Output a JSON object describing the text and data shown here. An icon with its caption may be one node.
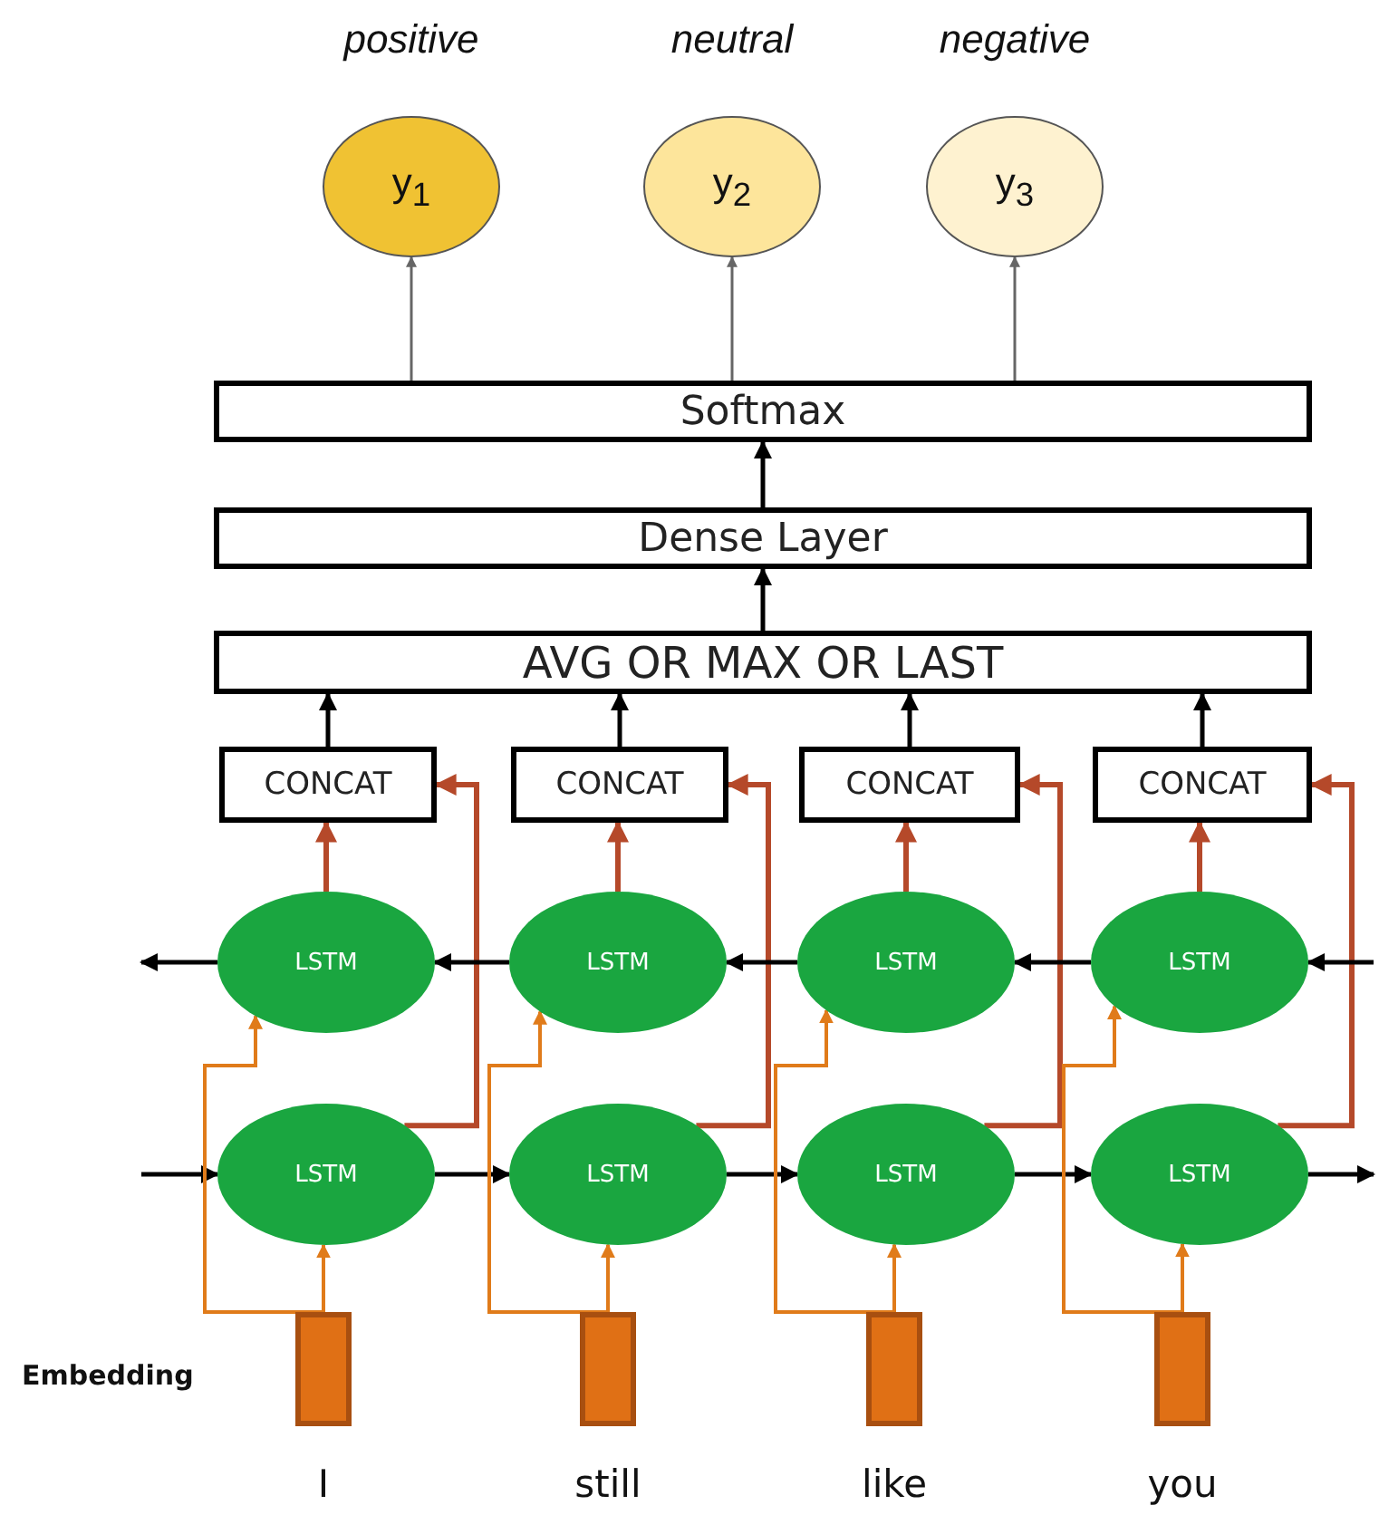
{
  "diagram": {
    "nodes": [
      {
        "text": [
          "y$_{1}$"
        ],
        "beside": [
          "positive"
        ]
      },
      {
        "text": [
          "y$_{2}$"
        ],
        "beside": [
          "neutral"
        ]
      },
      {
        "text": [
          "y$_{3}$"
        ],
        "beside": [
          "negative"
        ]
      },
      {
        "text": [
          "Softmax"
        ]
      },
      {
        "text": [
          "Dense Layer"
        ]
      },
      {
        "text": [
          "AVG OR MAX OR LAST"
        ]
      },
      {
        "text": [
          "CONCAT"
        ]
      },
      {
        "text": [
          "CONCAT"
        ]
      },
      {
        "text": [
          "CONCAT"
        ]
      },
      {
        "text": [
          "CONCAT"
        ]
      },
      {
        "text": [
          "LSTM"
        ]
      },
      {
        "text": [
          "LSTM"
        ]
      },
      {
        "text": [
          "LSTM"
        ]
      },
      {
        "text": [
          "LSTM"
        ]
      },
      {
        "text": [
          "LSTM"
        ]
      },
      {
        "text": [
          "LSTM"
        ]
      },
      {
        "text": [
          "LSTM"
        ]
      },
      {
        "text": [
          "LSTM"
        ]
      },
      {
        "text": [],
        "shape": "bar",
        "beside": [
          "I"
        ]
      },
      {
        "text": [],
        "shape": "bar",
        "beside": [
          "still"
        ]
      },
      {
        "text": [],
        "shape": "bar",
        "beside": [
          "like"
        ]
      },
      {
        "text": [],
        "shape": "bar",
        "beside": [
          "you"
        ]
      }
    ],
    "edges": [
      {
        "from": 3,
        "to": 0,
        "arrow": "to",
        "color": "#666666"
      },
      {
        "from": 3,
        "to": 1,
        "arrow": "to",
        "color": "#666666"
      },
      {
        "from": 3,
        "to": 2,
        "arrow": "to",
        "color": "#666666"
      },
      {
        "from": 4,
        "to": 3,
        "arrow": "to"
      },
      {
        "from": 5,
        "to": 4,
        "arrow": "to"
      },
      {
        "from": 6,
        "to": 5,
        "arrow": "to"
      },
      {
        "from": 7,
        "to": 5,
        "arrow": "to"
      },
      {
        "from": 8,
        "to": 5,
        "arrow": "to"
      },
      {
        "from": 9,
        "to": 5,
        "arrow": "to"
      },
      {
        "from": 10,
        "to": 6,
        "arrow": "to",
        "color": "#b5492a"
      },
      {
        "from": 11,
        "to": 7,
        "arrow": "to",
        "color": "#b5492a"
      },
      {
        "from": 12,
        "to": 8,
        "arrow": "to",
        "color": "#b5492a"
      },
      {
        "from": 13,
        "to": 9,
        "arrow": "to",
        "color": "#b5492a"
      },
      {
        "from": 14,
        "to": 6,
        "arrow": "to",
        "color": "#b5492a"
      },
      {
        "from": 15,
        "to": 7,
        "arrow": "to",
        "color": "#b5492a"
      },
      {
        "from": 16,
        "to": 8,
        "arrow": "to",
        "color": "#b5492a"
      },
      {
        "from": 17,
        "to": 9,
        "arrow": "to",
        "color": "#b5492a"
      },
      {
        "from": 10,
        "to": null,
        "arrow": "to"
      },
      {
        "from": 11,
        "to": 10,
        "arrow": "to"
      },
      {
        "from": 12,
        "to": 11,
        "arrow": "to"
      },
      {
        "from": 13,
        "to": 12,
        "arrow": "to"
      },
      {
        "from": null,
        "to": 13,
        "arrow": "to"
      },
      {
        "from": null,
        "to": 14,
        "arrow": "to"
      },
      {
        "from": 14,
        "to": 15,
        "arrow": "to"
      },
      {
        "from": 15,
        "to": 16,
        "arrow": "to"
      },
      {
        "from": 16,
        "to": 17,
        "arrow": "to"
      },
      {
        "from": 17,
        "to": null,
        "arrow": "to"
      },
      {
        "from": 18,
        "to": 14,
        "arrow": "to",
        "color": "#e07b1a"
      },
      {
        "from": 19,
        "to": 15,
        "arrow": "to",
        "color": "#e07b1a"
      },
      {
        "from": 20,
        "to": 16,
        "arrow": "to",
        "color": "#e07b1a"
      },
      {
        "from": 21,
        "to": 17,
        "arrow": "to",
        "color": "#e07b1a"
      },
      {
        "from": 18,
        "to": 10,
        "arrow": "to",
        "color": "#e07b1a"
      },
      {
        "from": 19,
        "to": 11,
        "arrow": "to",
        "color": "#e07b1a"
      },
      {
        "from": 20,
        "to": 12,
        "arrow": "to",
        "color": "#e07b1a"
      },
      {
        "from": 21,
        "to": 13,
        "arrow": "to",
        "color": "#e07b1a"
      }
    ],
    "labels": [
      "Embedding"
    ]
  }
}
